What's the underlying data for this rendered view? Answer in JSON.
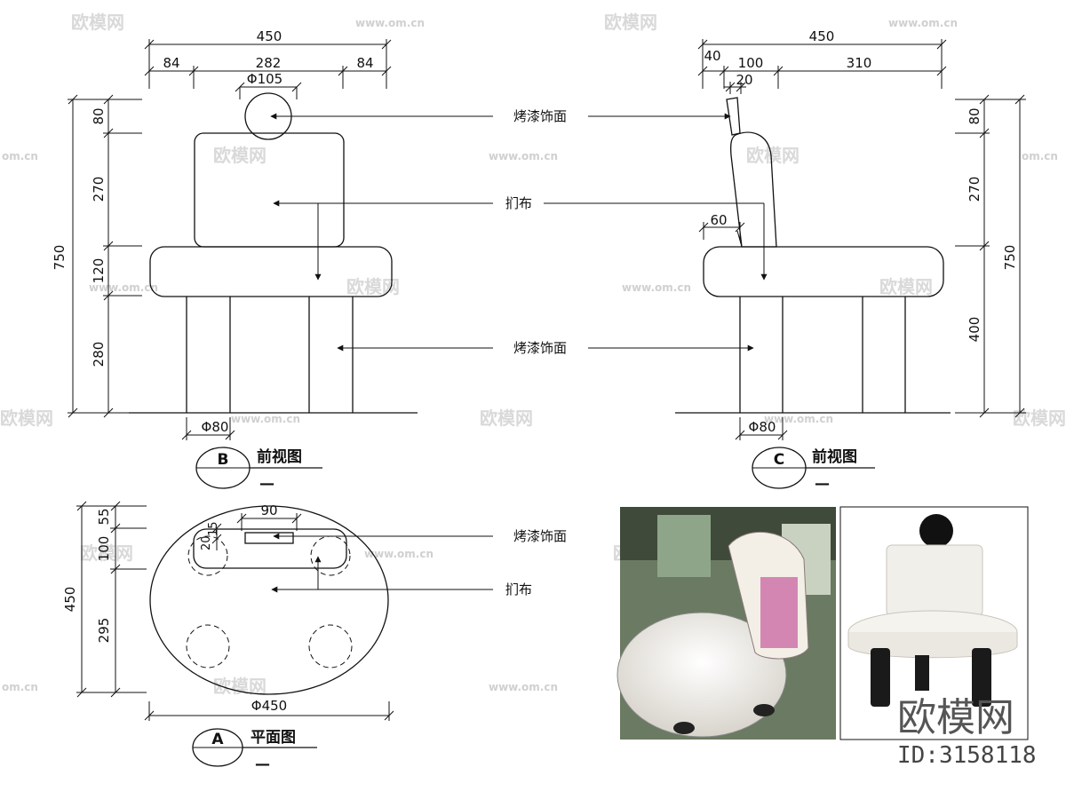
{
  "watermark": {
    "text": "欧模网",
    "url": "www.om.cn",
    "url_short": "om.cn"
  },
  "front_view_b": {
    "dims_top": {
      "overall": "450",
      "left": "84",
      "middle": "282",
      "right": "84",
      "ball": "Φ105"
    },
    "dims_left": {
      "total": "750",
      "ball": "80",
      "back": "270",
      "seat": "120",
      "legs": "280"
    },
    "leg_dim": "Φ80",
    "marker": "B",
    "title": "前视图",
    "subtitle": "—"
  },
  "side_view_c": {
    "dims_top": {
      "overall": "450",
      "a": "40",
      "b": "100",
      "c": "310",
      "d": "20"
    },
    "dims_right": {
      "total": "750",
      "ball": "80",
      "back": "270",
      "legs": "400"
    },
    "backrest_depth": "60",
    "leg_dim": "Φ80",
    "marker": "C",
    "title": "前视图",
    "subtitle": "—"
  },
  "plan_view_a": {
    "dims_left": {
      "total": "450",
      "a": "55",
      "b": "100",
      "c": "295"
    },
    "dims_top": {
      "width": "90",
      "h1": "20",
      "h2": "15"
    },
    "diameter": "Φ450",
    "marker": "A",
    "title": "平面图",
    "subtitle": "—"
  },
  "callouts": {
    "paint_finish": "烤漆饰面",
    "fabric": "扪布"
  },
  "brand": {
    "logo_text": "欧模网",
    "id_text": "ID:3158118"
  },
  "colors": {
    "line": "#111111",
    "watermark": "#d9d9d9"
  }
}
